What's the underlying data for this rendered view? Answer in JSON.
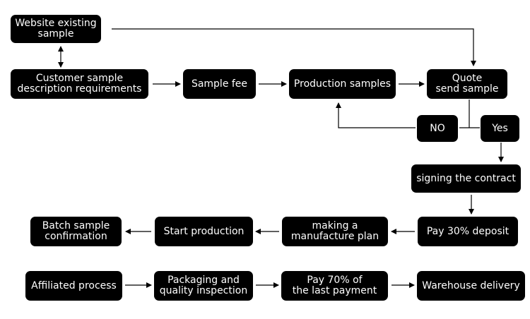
{
  "colors": {
    "box_fill": "#000000",
    "box_text": "#ffffff",
    "connector": "#000000",
    "background": "#ffffff"
  },
  "nodes": {
    "website_sample": "Website existing\nsample",
    "customer_requirements": "Customer sample\ndescription requirements",
    "sample_fee": "Sample fee",
    "production_samples": "Production samples",
    "quote_send_sample": "Quote\nsend sample",
    "no": "NO",
    "yes": "Yes",
    "signing_contract": "signing the contract",
    "pay_deposit": "Pay 30% deposit",
    "manufacture_plan": "making a\nmanufacture plan",
    "start_production": "Start production",
    "batch_confirmation": "Batch sample\nconfirmation",
    "affiliated_process": "Affiliated process",
    "packaging_inspection": "Packaging and\nquality inspection",
    "pay_balance": "Pay 70% of\nthe last payment",
    "warehouse_delivery": "Warehouse delivery"
  }
}
